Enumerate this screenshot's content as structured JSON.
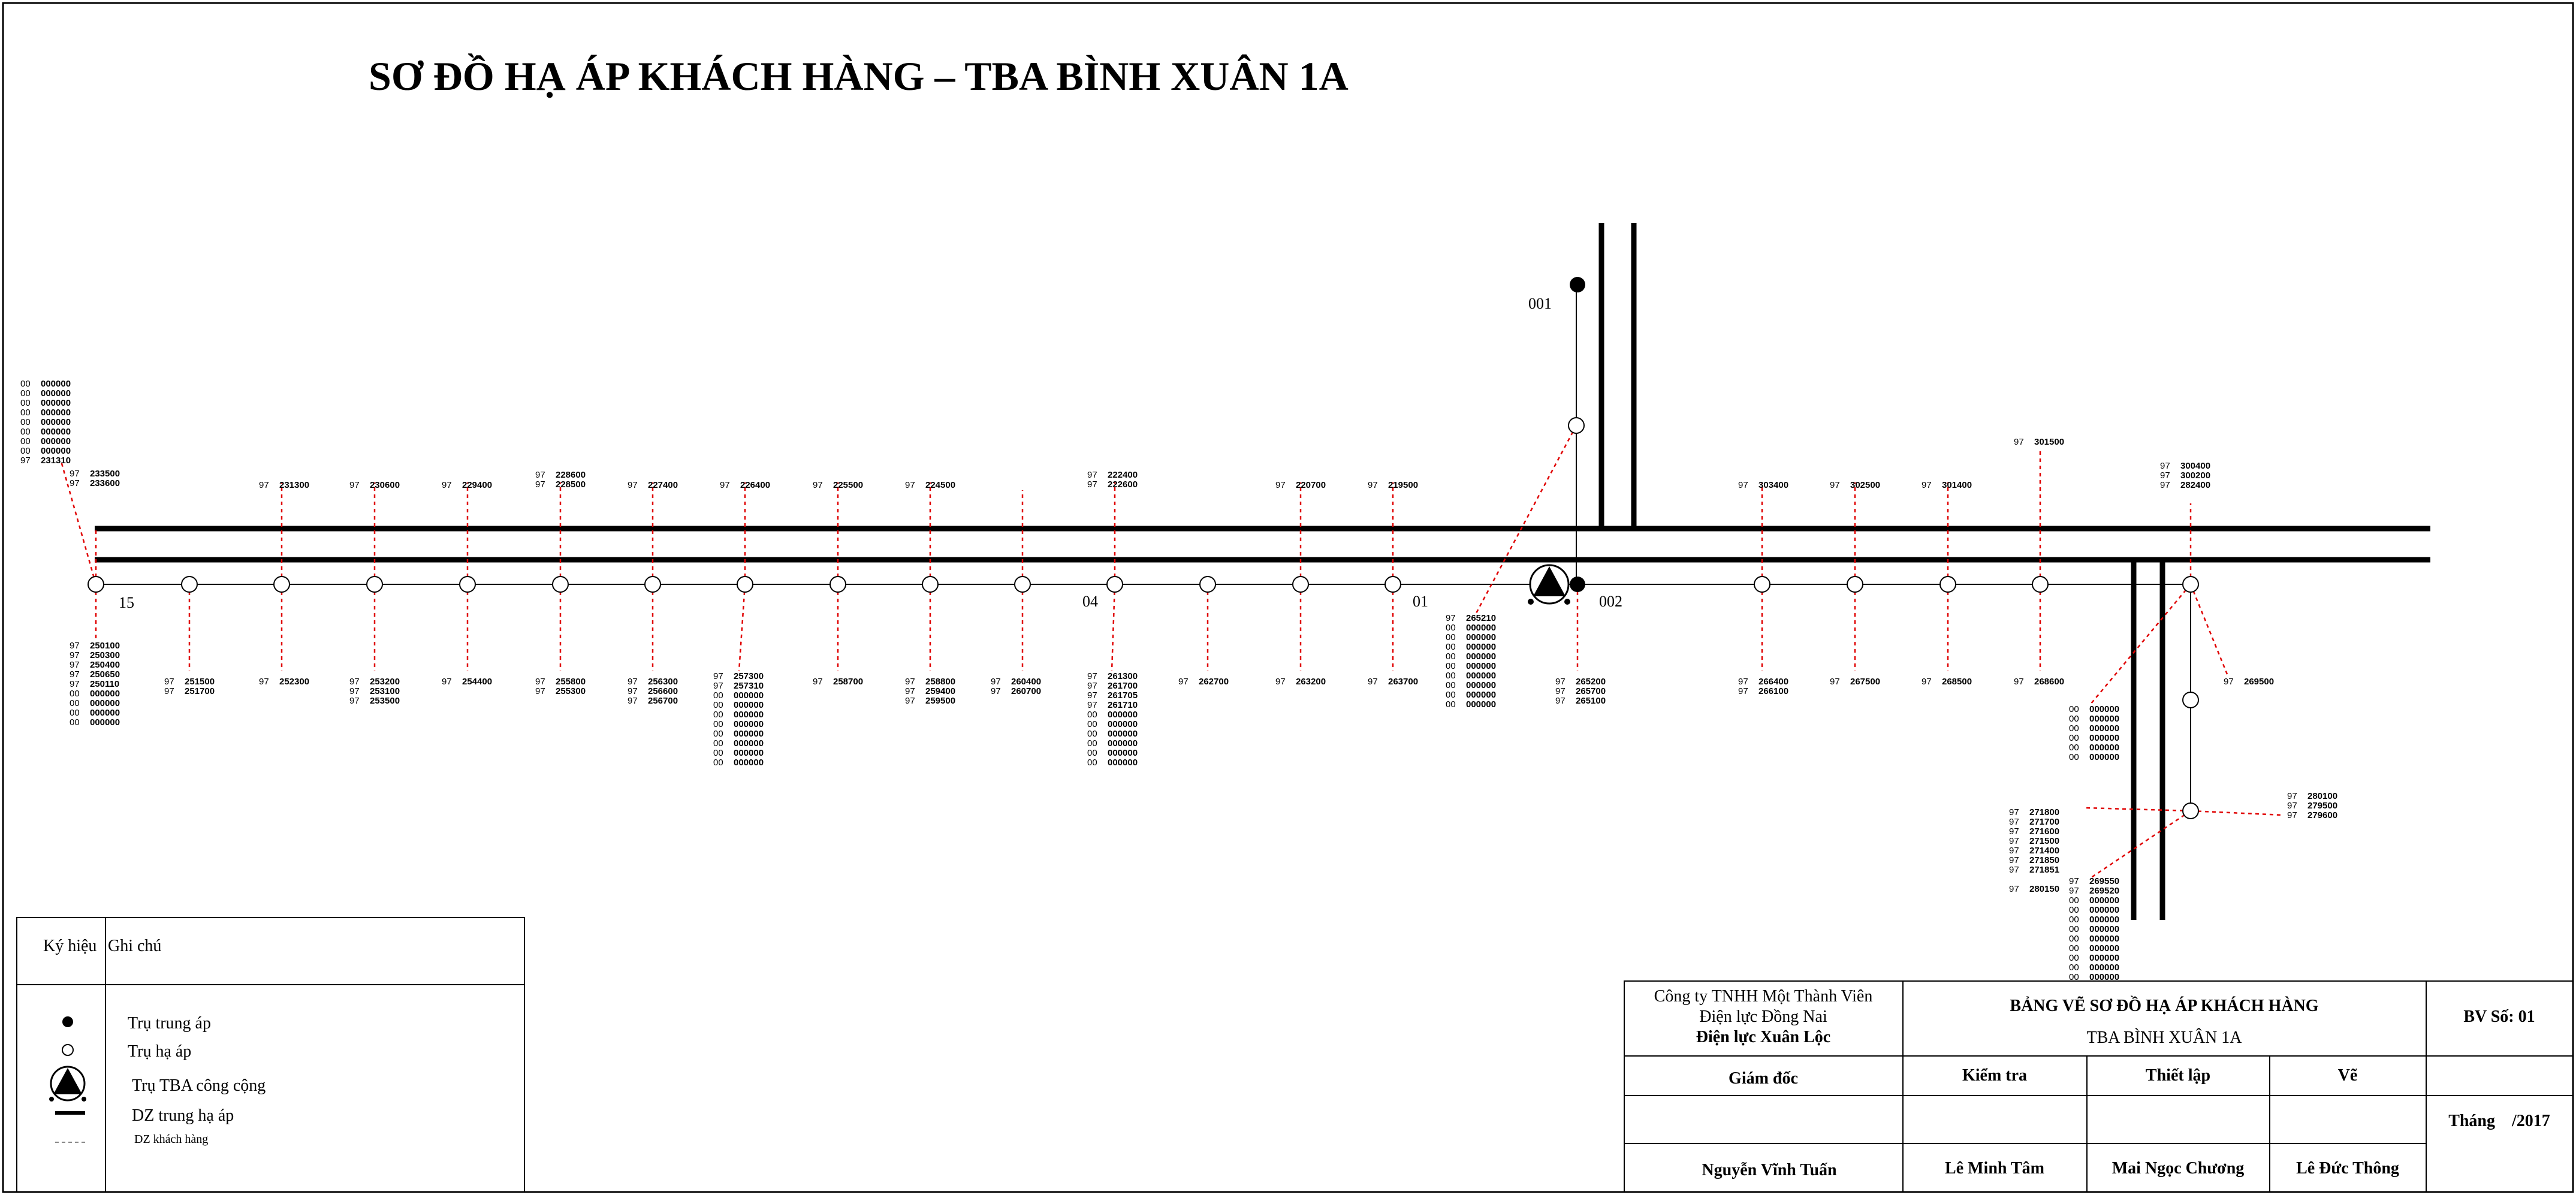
{
  "title": "SƠ ĐỒ HẠ ÁP KHÁCH HÀNG – TBA BÌNH XUÂN 1A",
  "pole_labels": {
    "p15": "15",
    "p04": "04",
    "p01": "01",
    "p001": "001",
    "p002": "002"
  },
  "legend": {
    "header_symbol": "Ký hiệu",
    "header_note": "Ghi chú",
    "items": [
      {
        "icon": "filled-circle",
        "label": "Trụ trung áp"
      },
      {
        "icon": "open-circle",
        "label": "Trụ hạ áp"
      },
      {
        "icon": "substation-triangle",
        "label": "Trụ TBA công cộng"
      },
      {
        "icon": "thick-line",
        "label": "DZ trung hạ áp"
      },
      {
        "icon": "dashed-line",
        "label": "DZ khách hàng"
      }
    ]
  },
  "title_block": {
    "company_line1": "Công ty TNHH Một Thành Viên",
    "company_line2": "Điện lực Đồng Nai",
    "company_line3": "Điện lực Xuân Lộc",
    "drawing_title": "BẢNG VẼ SƠ ĐỒ HẠ ÁP KHÁCH HÀNG",
    "drawing_subtitle": "TBA BÌNH XUÂN 1A",
    "drawing_no": "BV Số: 01",
    "col_director": "Giám đốc",
    "col_check": "Kiểm tra",
    "col_setup": "Thiết lập",
    "col_draw": "Vẽ",
    "date": "Tháng    /2017",
    "director": "Nguyễn Vĩnh Tuấn",
    "checker": "Lê Minh Tâm",
    "setup_by": "Mai Ngọc Chương",
    "drawn_by": "Lê Đức Thông"
  },
  "customers": {
    "c_pole15_top": [
      [
        "00",
        "000000"
      ],
      [
        "00",
        "000000"
      ],
      [
        "00",
        "000000"
      ],
      [
        "00",
        "000000"
      ],
      [
        "00",
        "000000"
      ],
      [
        "00",
        "000000"
      ],
      [
        "00",
        "000000"
      ],
      [
        "00",
        "000000"
      ],
      [
        "97",
        "231310"
      ]
    ],
    "c_pole15_top2": [
      [
        "97",
        "233500"
      ],
      [
        "97",
        "233600"
      ]
    ],
    "c_pole15_bot": [
      [
        "97",
        "250100"
      ],
      [
        "97",
        "250300"
      ],
      [
        "97",
        "250400"
      ],
      [
        "97",
        "250650"
      ],
      [
        "97",
        "250110"
      ],
      [
        "00",
        "000000"
      ],
      [
        "00",
        "000000"
      ],
      [
        "00",
        "000000"
      ],
      [
        "00",
        "000000"
      ]
    ],
    "c_p2_bot": [
      [
        "97",
        "251500"
      ],
      [
        "97",
        "251700"
      ]
    ],
    "c_p3_top": [
      [
        "97",
        "231300"
      ]
    ],
    "c_p3_bot": [
      [
        "97",
        "252300"
      ]
    ],
    "c_p4_top": [
      [
        "97",
        "230600"
      ]
    ],
    "c_p4_bot": [
      [
        "97",
        "253200"
      ],
      [
        "97",
        "253100"
      ],
      [
        "97",
        "253500"
      ]
    ],
    "c_p5_top": [
      [
        "97",
        "229400"
      ]
    ],
    "c_p5_bot": [
      [
        "97",
        "254400"
      ]
    ],
    "c_p6_top": [
      [
        "97",
        "228600"
      ],
      [
        "97",
        "228500"
      ]
    ],
    "c_p6_bot": [
      [
        "97",
        "255800"
      ],
      [
        "97",
        "255300"
      ]
    ],
    "c_p7_top": [
      [
        "97",
        "227400"
      ]
    ],
    "c_p7_bot": [
      [
        "97",
        "256300"
      ],
      [
        "97",
        "256600"
      ],
      [
        "97",
        "256700"
      ]
    ],
    "c_p8_top": [
      [
        "97",
        "226400"
      ]
    ],
    "c_p8_bot": [
      [
        "97",
        "257300"
      ],
      [
        "97",
        "257310"
      ],
      [
        "00",
        "000000"
      ],
      [
        "00",
        "000000"
      ],
      [
        "00",
        "000000"
      ],
      [
        "00",
        "000000"
      ],
      [
        "00",
        "000000"
      ],
      [
        "00",
        "000000"
      ],
      [
        "00",
        "000000"
      ],
      [
        "00",
        "000000"
      ]
    ],
    "c_p9_top": [
      [
        "97",
        "225500"
      ]
    ],
    "c_p9_bot": [
      [
        "97",
        "258700"
      ]
    ],
    "c_p10_top": [
      [
        "97",
        "224500"
      ]
    ],
    "c_p10_bot": [
      [
        "97",
        "258800"
      ],
      [
        "97",
        "259400"
      ],
      [
        "97",
        "259500"
      ]
    ],
    "c_p11_bot": [
      [
        "97",
        "260400"
      ],
      [
        "97",
        "260700"
      ]
    ],
    "c_p12_top": [
      [
        "97",
        "222400"
      ],
      [
        "97",
        "222600"
      ]
    ],
    "c_p12_bot": [
      [
        "97",
        "261300"
      ],
      [
        "97",
        "261700"
      ],
      [
        "97",
        "261705"
      ],
      [
        "97",
        "261710"
      ],
      [
        "00",
        "000000"
      ],
      [
        "00",
        "000000"
      ],
      [
        "00",
        "000000"
      ],
      [
        "00",
        "000000"
      ],
      [
        "00",
        "000000"
      ],
      [
        "00",
        "000000"
      ]
    ],
    "c_p13_bot": [
      [
        "97",
        "262700"
      ]
    ],
    "c_p14_top": [
      [
        "97",
        "220700"
      ]
    ],
    "c_p14_bot": [
      [
        "97",
        "263200"
      ]
    ],
    "c_p15_top": [
      [
        "97",
        "219500"
      ]
    ],
    "c_p15_bot": [
      [
        "97",
        "263700"
      ]
    ],
    "c_p001": [
      [
        "97",
        "265210"
      ],
      [
        "00",
        "000000"
      ],
      [
        "00",
        "000000"
      ],
      [
        "00",
        "000000"
      ],
      [
        "00",
        "000000"
      ],
      [
        "00",
        "000000"
      ],
      [
        "00",
        "000000"
      ],
      [
        "00",
        "000000"
      ],
      [
        "00",
        "000000"
      ],
      [
        "00",
        "000000"
      ]
    ],
    "c_p002_bot": [
      [
        "97",
        "265200"
      ],
      [
        "97",
        "265700"
      ],
      [
        "97",
        "265100"
      ]
    ],
    "c_r1_top": [
      [
        "97",
        "303400"
      ]
    ],
    "c_r1_bot": [
      [
        "97",
        "266400"
      ],
      [
        "97",
        "266100"
      ]
    ],
    "c_r2_top": [
      [
        "97",
        "302500"
      ]
    ],
    "c_r2_bot": [
      [
        "97",
        "267500"
      ]
    ],
    "c_r3_top": [
      [
        "97",
        "301400"
      ]
    ],
    "c_r3_bot": [
      [
        "97",
        "268500"
      ]
    ],
    "c_r4_top": [
      [
        "97",
        "301500"
      ]
    ],
    "c_r4_bot": [
      [
        "97",
        "268600"
      ]
    ],
    "c_r5_top": [
      [
        "97",
        "300400"
      ],
      [
        "97",
        "300200"
      ],
      [
        "97",
        "282400"
      ]
    ],
    "c_r5_right": [
      [
        "97",
        "269500"
      ]
    ],
    "c_r5_left": [
      [
        "00",
        "000000"
      ],
      [
        "00",
        "000000"
      ],
      [
        "00",
        "000000"
      ],
      [
        "00",
        "000000"
      ],
      [
        "00",
        "000000"
      ],
      [
        "00",
        "000000"
      ]
    ],
    "c_b_right": [
      [
        "97",
        "280100"
      ],
      [
        "97",
        "279500"
      ],
      [
        "97",
        "279600"
      ]
    ],
    "c_b_left": [
      [
        "97",
        "271800"
      ],
      [
        "97",
        "271700"
      ],
      [
        "97",
        "271600"
      ],
      [
        "97",
        "271500"
      ],
      [
        "97",
        "271400"
      ],
      [
        "97",
        "271850"
      ],
      [
        "97",
        "271851"
      ],
      [
        "",
        ""
      ],
      [
        "97",
        "280150"
      ]
    ],
    "c_b_bot": [
      [
        "97",
        "269550"
      ],
      [
        "97",
        "269520"
      ],
      [
        "00",
        "000000"
      ],
      [
        "00",
        "000000"
      ],
      [
        "00",
        "000000"
      ],
      [
        "00",
        "000000"
      ],
      [
        "00",
        "000000"
      ],
      [
        "00",
        "000000"
      ],
      [
        "00",
        "000000"
      ],
      [
        "00",
        "000000"
      ],
      [
        "00",
        "000000"
      ]
    ]
  }
}
